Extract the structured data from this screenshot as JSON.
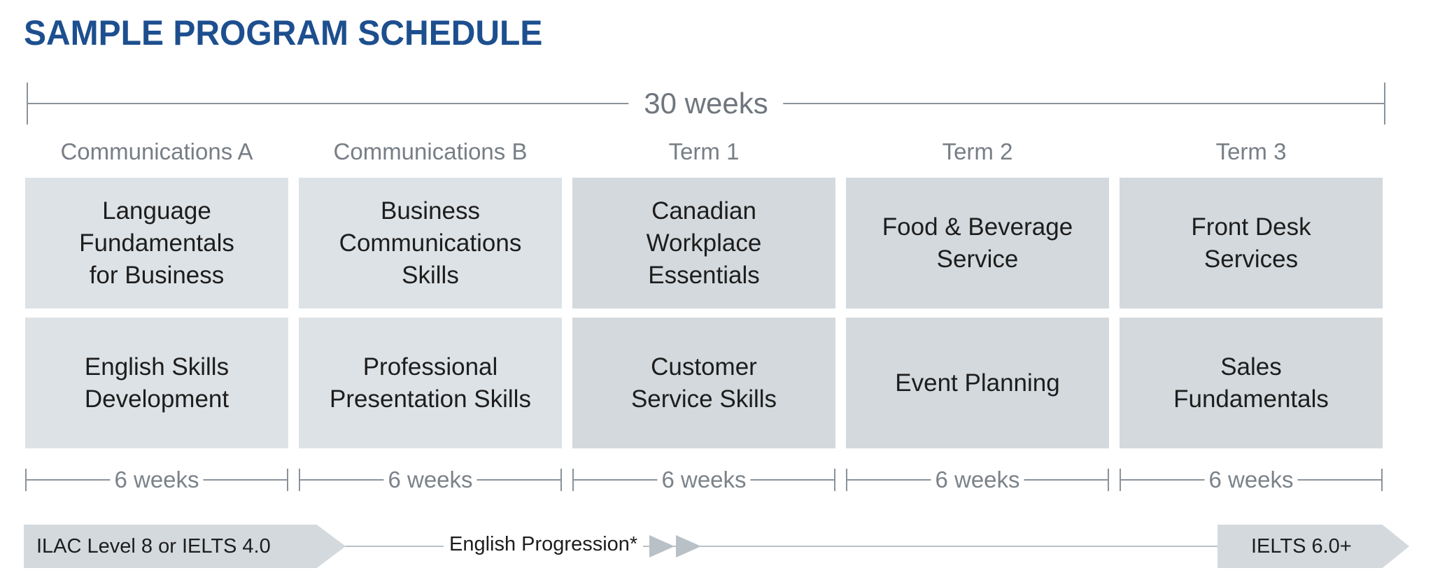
{
  "title": "SAMPLE PROGRAM SCHEDULE",
  "total_duration": "30 weeks",
  "terms": [
    {
      "header": "Communications A",
      "top": "Language\nFundamentals\nfor Business",
      "bottom": "English Skills\nDevelopment",
      "duration": "6 weeks"
    },
    {
      "header": "Communications B",
      "top": "Business\nCommunications\nSkills",
      "bottom": "Professional\nPresentation Skills",
      "duration": "6 weeks"
    },
    {
      "header": "Term 1",
      "top": "Canadian\nWorkplace\nEssentials",
      "bottom": "Customer\nService Skills",
      "duration": "6 weeks"
    },
    {
      "header": "Term 2",
      "top": "Food & Beverage\nService",
      "bottom": "Event Planning",
      "duration": "6 weeks"
    },
    {
      "header": "Term 3",
      "top": "Front Desk\nServices",
      "bottom": "Sales\nFundamentals",
      "duration": "6 weeks"
    }
  ],
  "progression": {
    "start": "ILAC Level 8 or IELTS 4.0",
    "label": "English Progression*",
    "end": "IELTS 6.0+"
  },
  "colors": {
    "title": "#1d4f8f",
    "cell_light": "#dde2e6",
    "cell_dark": "#d3d9dd",
    "rule": "#8a929a"
  }
}
